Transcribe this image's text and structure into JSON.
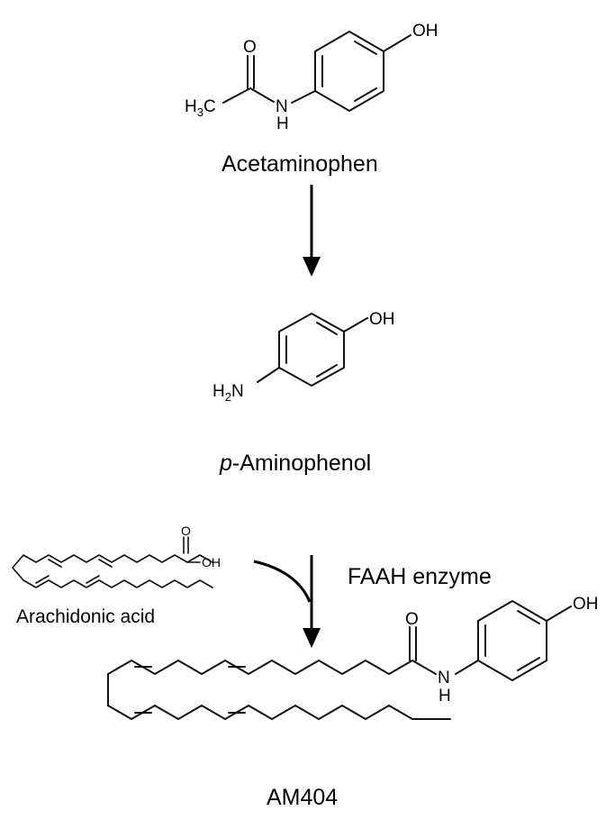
{
  "compounds": {
    "acetaminophen": {
      "name": "Acetaminophen",
      "atoms": {
        "oh": "OH",
        "o": "O",
        "n": "N",
        "h": "H",
        "h3c_h": "H",
        "h3c_3": "3",
        "h3c_c": "C"
      }
    },
    "aminophenol": {
      "name_italic": "p",
      "name_rest": "-Aminophenol",
      "atoms": {
        "oh": "OH",
        "h2n_h": "H",
        "h2n_2": "2",
        "h2n_n": "N"
      }
    },
    "arachidonic_acid": {
      "name": "Arachidonic acid",
      "atoms": {
        "o": "O",
        "oh": "OH"
      }
    },
    "am404": {
      "name": "AM404",
      "atoms": {
        "oh": "OH",
        "o": "O",
        "n": "N",
        "h": "H"
      }
    }
  },
  "steps": {
    "enzyme_label": "FAAH enzyme"
  }
}
